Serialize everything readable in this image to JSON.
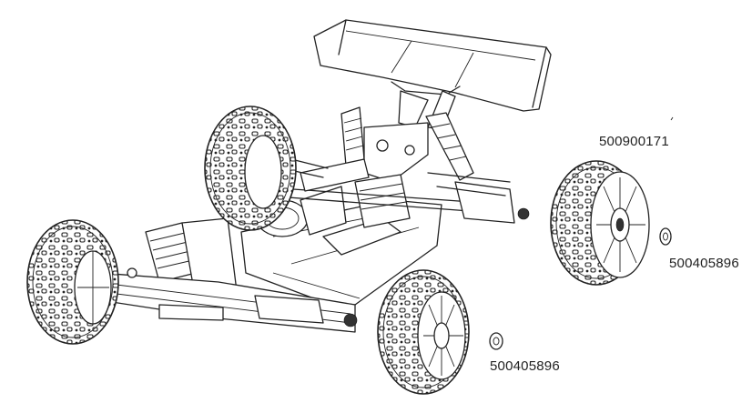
{
  "labels": {
    "wheel_top_right": "500900171",
    "nut_right": "500405896",
    "nut_front": "500405896"
  },
  "colors": {
    "line": "#222222",
    "background": "#ffffff"
  }
}
